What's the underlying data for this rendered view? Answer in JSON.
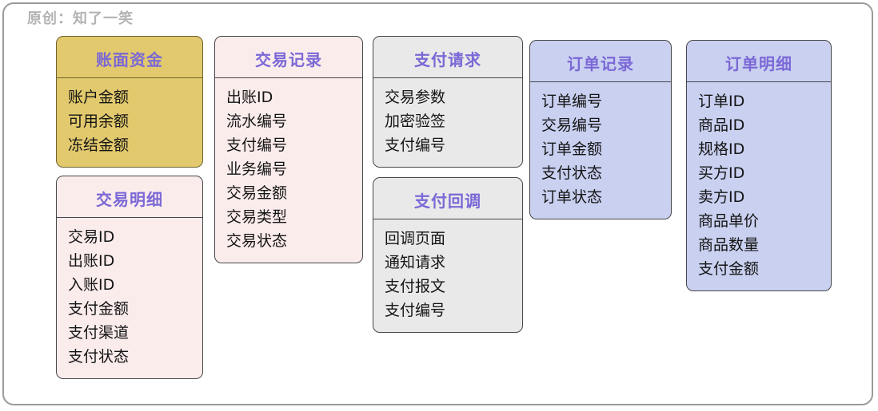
{
  "credit": "原创：知了一笑",
  "colors": {
    "title": "#7B68D6",
    "gold": "#E2C96D",
    "pink": "#FBECEC",
    "gray": "#E9E9E9",
    "blue": "#C9D0F0",
    "border": "#474747"
  },
  "entities": [
    {
      "title": "账面资金",
      "theme": "gold",
      "fields": [
        "账户金额",
        "可用余额",
        "冻结金额"
      ]
    },
    {
      "title": "交易明细",
      "theme": "pink",
      "fields": [
        "交易ID",
        "出账ID",
        "入账ID",
        "支付金额",
        "支付渠道",
        "支付状态"
      ]
    },
    {
      "title": "交易记录",
      "theme": "pink",
      "fields": [
        "出账ID",
        "流水编号",
        "支付编号",
        "业务编号",
        "交易金额",
        "交易类型",
        "交易状态"
      ]
    },
    {
      "title": "支付请求",
      "theme": "gray",
      "fields": [
        "交易参数",
        "加密验签",
        "支付编号"
      ]
    },
    {
      "title": "支付回调",
      "theme": "gray",
      "fields": [
        "回调页面",
        "通知请求",
        "支付报文",
        "支付编号"
      ]
    },
    {
      "title": "订单记录",
      "theme": "blue",
      "fields": [
        "订单编号",
        "交易编号",
        "订单金额",
        "支付状态",
        "订单状态"
      ]
    },
    {
      "title": "订单明细",
      "theme": "blue",
      "fields": [
        "订单ID",
        "商品ID",
        "规格ID",
        "买方ID",
        "卖方ID",
        "商品单价",
        "商品数量",
        "支付金额"
      ]
    }
  ]
}
